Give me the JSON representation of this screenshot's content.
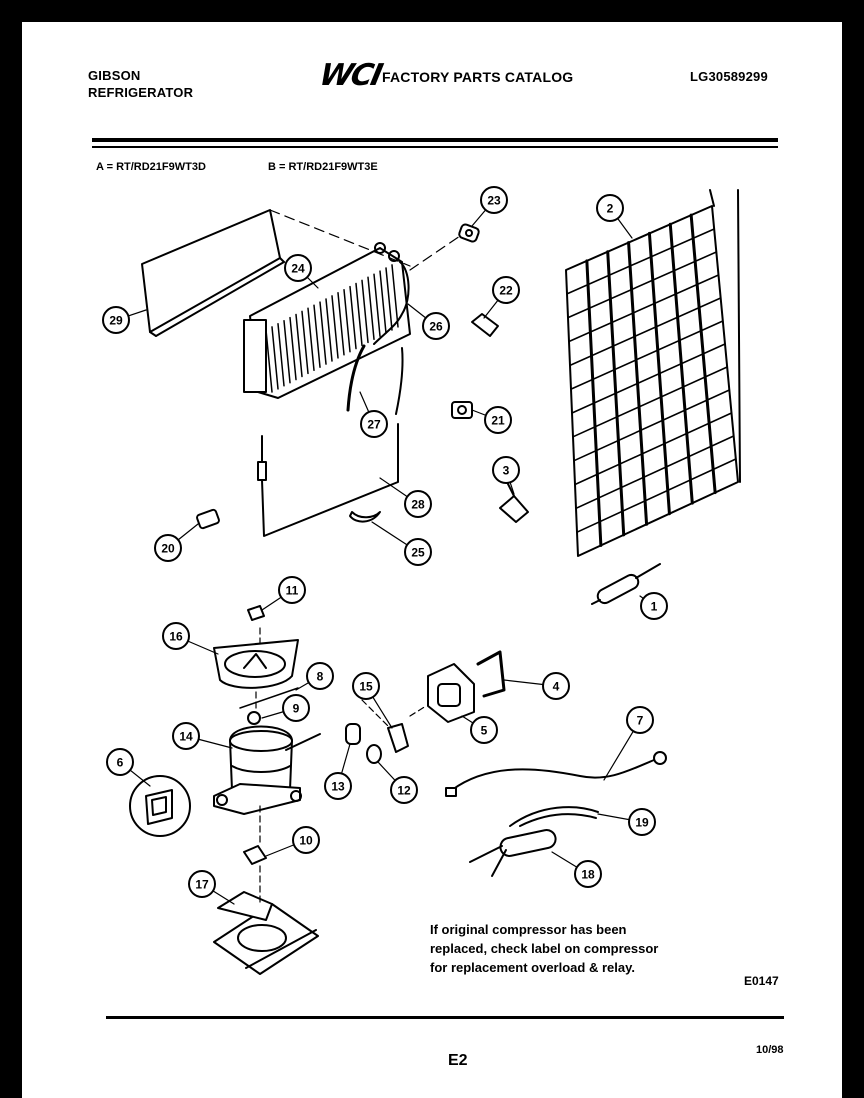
{
  "header": {
    "brand_line1": "GIBSON",
    "brand_line2": "REFRIGERATOR",
    "logo": "WCI",
    "catalog_title": "FACTORY PARTS CATALOG",
    "catalog_number": "LG30589299"
  },
  "models": {
    "a": "A = RT/RD21F9WT3D",
    "b": "B = RT/RD21F9WT3E"
  },
  "callouts": [
    {
      "id": "c1",
      "label": "1"
    },
    {
      "id": "c2",
      "label": "2"
    },
    {
      "id": "c3",
      "label": "3"
    },
    {
      "id": "c4",
      "label": "4"
    },
    {
      "id": "c5",
      "label": "5"
    },
    {
      "id": "c6",
      "label": "6"
    },
    {
      "id": "c7",
      "label": "7"
    },
    {
      "id": "c8",
      "label": "8"
    },
    {
      "id": "c9",
      "label": "9"
    },
    {
      "id": "c10",
      "label": "10"
    },
    {
      "id": "c11",
      "label": "11"
    },
    {
      "id": "c12",
      "label": "12"
    },
    {
      "id": "c13",
      "label": "13"
    },
    {
      "id": "c14",
      "label": "14"
    },
    {
      "id": "c15",
      "label": "15"
    },
    {
      "id": "c16",
      "label": "16"
    },
    {
      "id": "c17",
      "label": "17"
    },
    {
      "id": "c18",
      "label": "18"
    },
    {
      "id": "c19",
      "label": "19"
    },
    {
      "id": "c20",
      "label": "20"
    },
    {
      "id": "c21",
      "label": "21"
    },
    {
      "id": "c22",
      "label": "22"
    },
    {
      "id": "c23",
      "label": "23"
    },
    {
      "id": "c24",
      "label": "24"
    },
    {
      "id": "c25",
      "label": "25"
    },
    {
      "id": "c26",
      "label": "26"
    },
    {
      "id": "c27",
      "label": "27"
    },
    {
      "id": "c28",
      "label": "28"
    },
    {
      "id": "c29",
      "label": "29"
    }
  ],
  "note": "If original compressor has been replaced, check label on compressor for replacement overload & relay.",
  "figure_code": "E0147",
  "page_number": "E2",
  "page_date": "10/98"
}
